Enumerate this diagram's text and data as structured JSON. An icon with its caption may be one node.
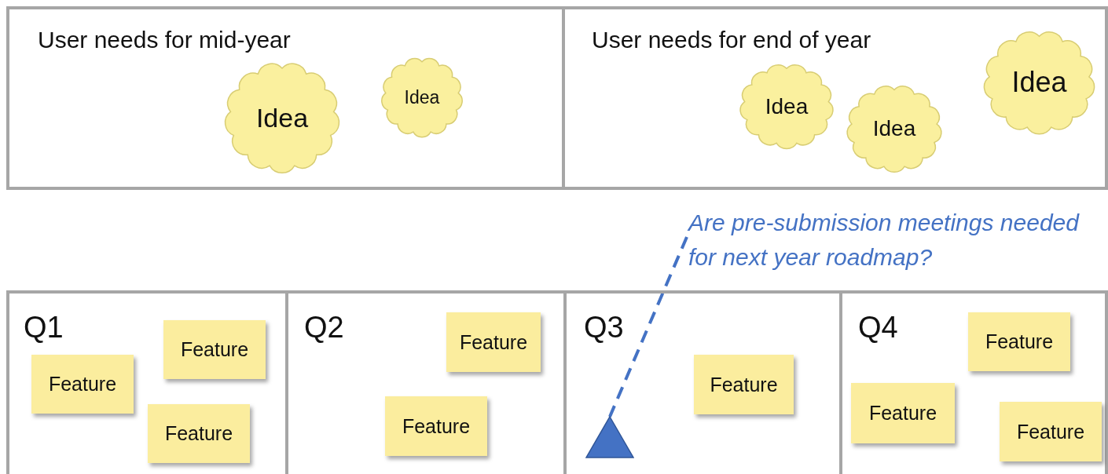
{
  "diagram": {
    "nodes": [
      {
        "text": [
          "User needs for mid-year"
        ]
      },
      {
        "text": [
          "Idea"
        ],
        "in": 0
      },
      {
        "text": [
          "Idea"
        ],
        "in": 0
      },
      {
        "text": [
          "User needs for end of year"
        ]
      },
      {
        "text": [
          "Idea"
        ],
        "in": 3
      },
      {
        "text": [
          "Idea"
        ],
        "in": 3
      },
      {
        "text": [
          "Idea"
        ],
        "in": 3
      },
      {
        "text": [
          "Are pre-submission meetings needed for next year roadmap?"
        ]
      },
      {
        "text": [
          "Q1"
        ]
      },
      {
        "text": [
          "Feature"
        ],
        "in": 8
      },
      {
        "text": [
          "Feature"
        ],
        "in": 8
      },
      {
        "text": [
          "Feature"
        ],
        "in": 8
      },
      {
        "text": [
          "Q2"
        ]
      },
      {
        "text": [
          "Feature"
        ],
        "in": 12
      },
      {
        "text": [
          "Feature"
        ],
        "in": 12
      },
      {
        "text": [
          "Q3"
        ]
      },
      {
        "text": [
          "Feature"
        ],
        "in": 15
      },
      {
        "text": [],
        "shape": "triangle",
        "in": 15
      },
      {
        "text": [
          "Q4"
        ]
      },
      {
        "text": [
          "Feature"
        ],
        "in": 18
      },
      {
        "text": [
          "Feature"
        ],
        "in": 18
      },
      {
        "text": [
          "Feature"
        ],
        "in": 18
      }
    ],
    "edges": [
      {
        "from": 7,
        "to": 17,
        "arrow": "none",
        "style": "dashed",
        "color": "#4472c4"
      }
    ]
  }
}
